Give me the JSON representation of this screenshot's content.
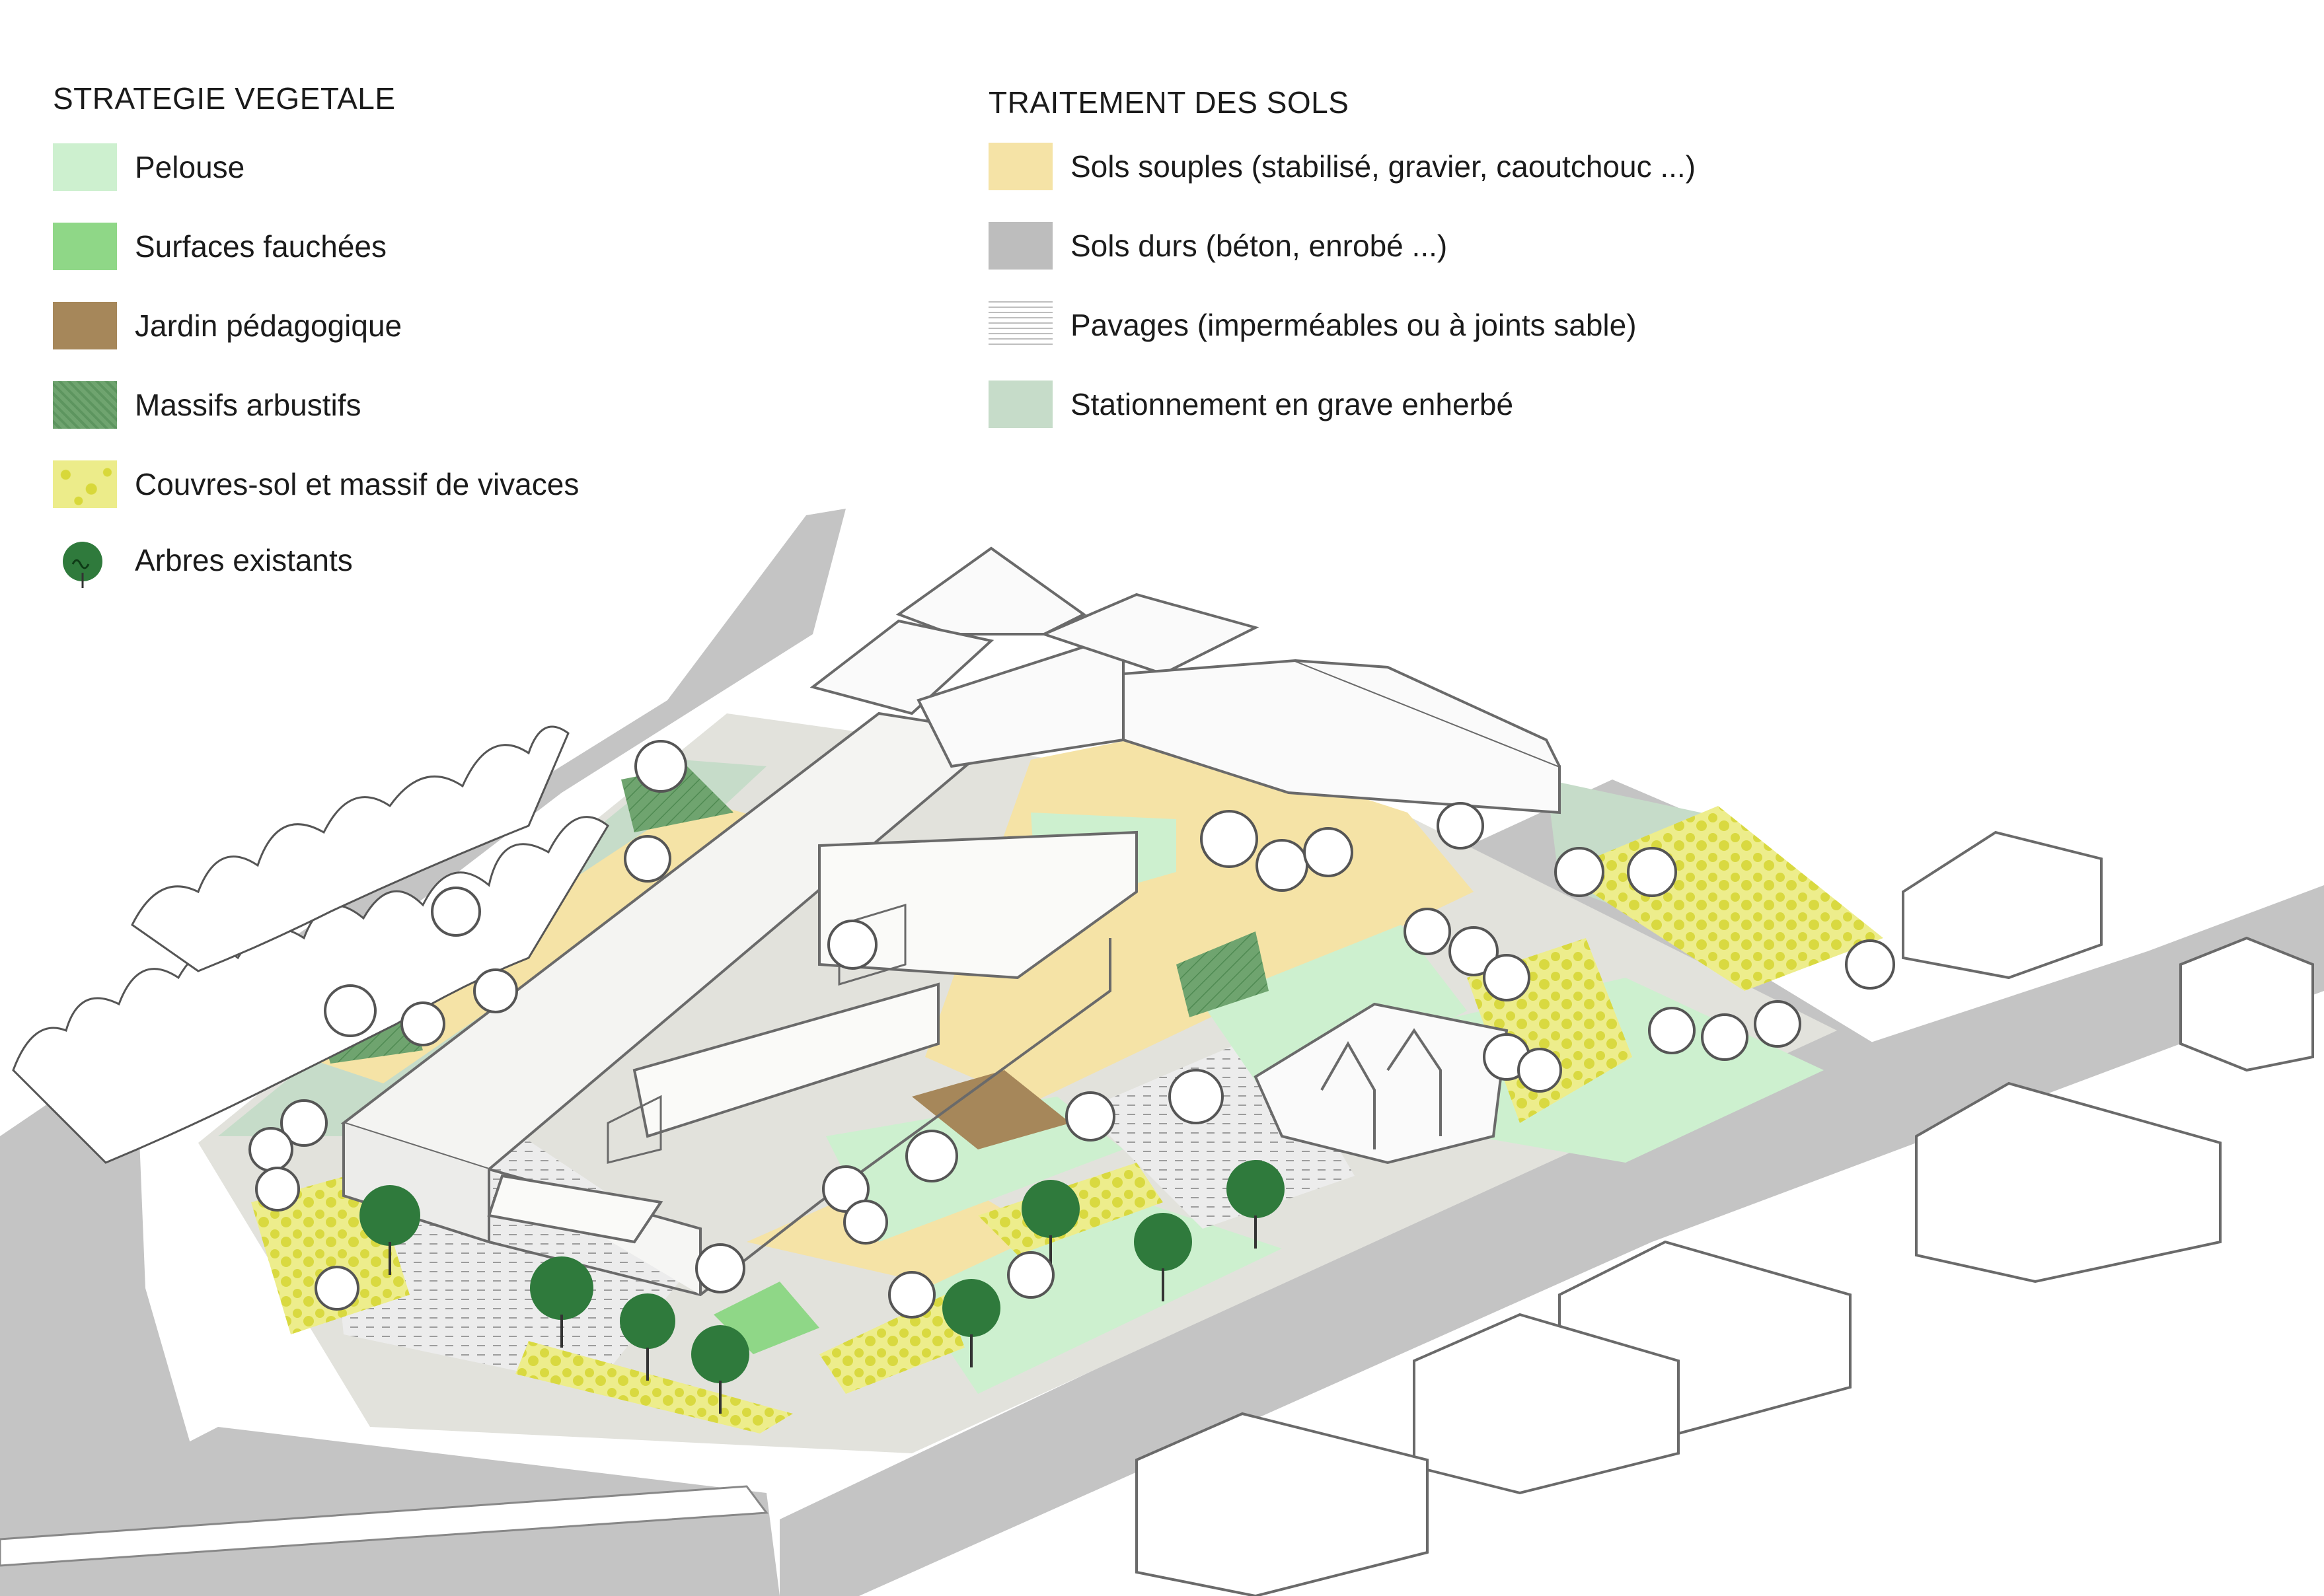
{
  "legend_vegetale": {
    "title": "STRATEGIE VEGETALE",
    "items": [
      {
        "label": "Pelouse",
        "color": "#cdf0cf"
      },
      {
        "label": "Surfaces fauchées",
        "color": "#8fd787"
      },
      {
        "label": "Jardin pédagogique",
        "color": "#a6875a"
      },
      {
        "label": "Massifs arbustifs",
        "color": "#6fa46f"
      },
      {
        "label": "Couvres-sol et massif de vivaces",
        "color": "#e3e35f"
      },
      {
        "label": "Arbres existants",
        "color": "#2f7a3c"
      }
    ]
  },
  "legend_sols": {
    "title": "TRAITEMENT DES SOLS",
    "items": [
      {
        "label": "Sols souples (stabilisé, gravier, caoutchouc ...)",
        "color": "#f5e3a6"
      },
      {
        "label": "Sols durs (béton, enrobé ...)",
        "color": "#bdbdbd"
      },
      {
        "label": "Pavages (imperméables ou à joints sable)",
        "color": "#9a9a9a"
      },
      {
        "label": "Stationnement en grave enherbé",
        "color": "#c6dcc9"
      }
    ]
  }
}
